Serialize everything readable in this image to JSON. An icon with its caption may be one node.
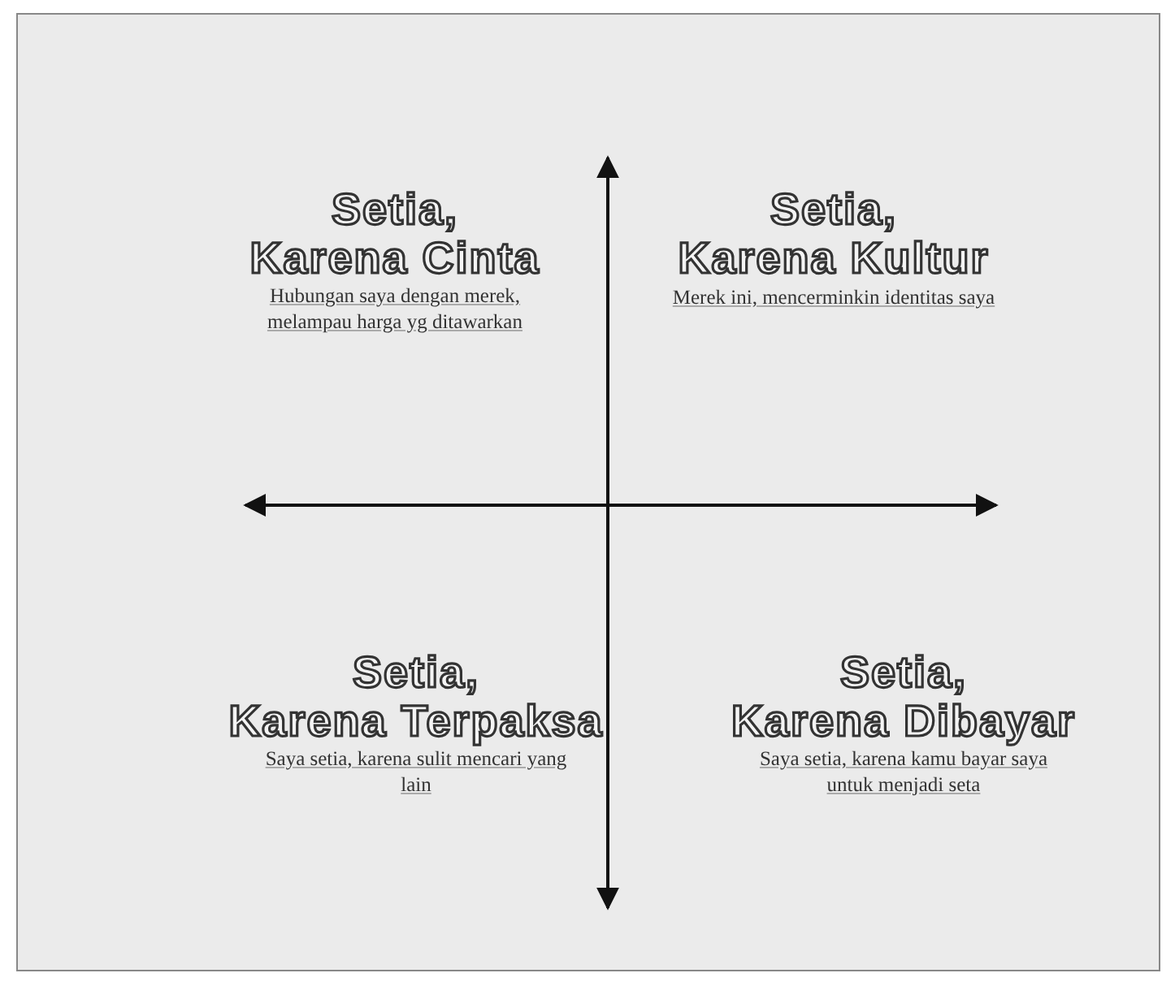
{
  "diagram": {
    "nodes": [
      {
        "text": [
          "Setia, Karena Cinta",
          "Hubungan saya dengan merek, melampau harga yg ditawarkan"
        ]
      },
      {
        "text": [
          "Setia, Karena Kultur",
          "Merek ini, mencerminkin identitas saya"
        ]
      },
      {
        "text": [
          "Setia, Karena Terpaksa",
          "Saya setia, karena sulit mencari yang lain"
        ]
      },
      {
        "text": [
          "Setia, Karena Dibayar",
          "Saya setia, karena kamu bayar saya untuk menjadi seta"
        ]
      }
    ]
  }
}
